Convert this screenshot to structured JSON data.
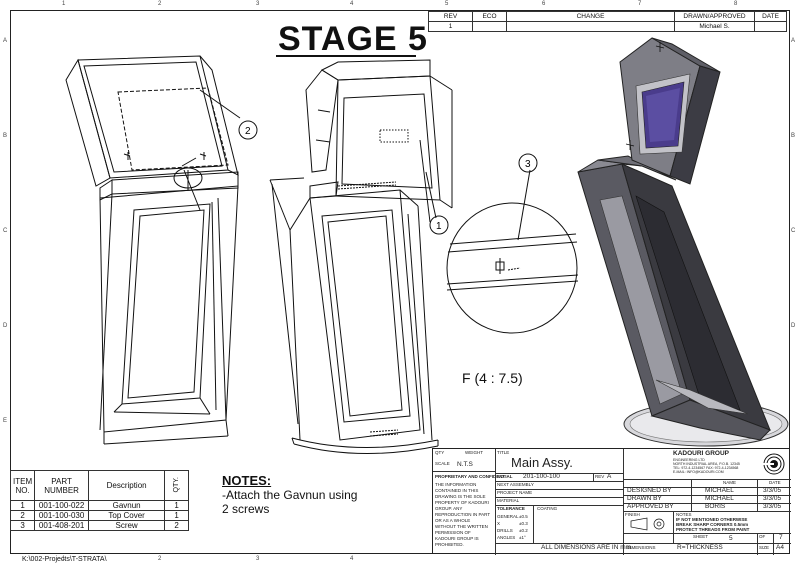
{
  "sheet": {
    "stage_title": "STAGE 5",
    "scale_label": "F  (4 : 7.5)",
    "file_path": "K:\\002-Projects\\T-STRATA\\",
    "col_zones": [
      "1",
      "2",
      "3",
      "4",
      "5",
      "6",
      "7",
      "8"
    ],
    "row_zones": [
      "A",
      "B",
      "C",
      "D",
      "E"
    ]
  },
  "revision": {
    "headers": [
      "REV",
      "ECO",
      "CHANGE",
      "DRAWN/APPROVED",
      "DATE"
    ],
    "row": [
      "1",
      "",
      "",
      "Michael S.",
      ""
    ]
  },
  "callouts": [
    "1",
    "2",
    "3"
  ],
  "bom": {
    "headers": [
      "ITEM NO.",
      "PART NUMBER",
      "Description",
      "QTY."
    ],
    "rows": [
      [
        "1",
        "001-100-022",
        "Gavnun",
        "1"
      ],
      [
        "2",
        "001-100-030",
        "Top Cover",
        "1"
      ],
      [
        "3",
        "001-408-201",
        "Screw",
        "2"
      ]
    ]
  },
  "notes": {
    "title": "NOTES:",
    "lines": [
      "-Attach the Gavnun using",
      " 2 screws"
    ]
  },
  "title_block": {
    "qty_label": "QTY",
    "scale_label": "SCALE",
    "scale_value": "N.T.S",
    "weight_label": "WEIGHT",
    "proprietary_label": "PROPRIETARY AND CONFIDENTIAL",
    "proprietary_text": [
      "THE INFORMATION",
      "CONTAINED IN THIS",
      "DRAWING IS THE SOLE",
      "PROPERTY OF KADOURI",
      "GROUP. ANY",
      "REPRODUCTION IN PART",
      "OR AS A WHOLE",
      "WITHOUT THE WRITTEN",
      "PERMISSION OF",
      "KADOURI GROUP IS",
      "PROHIBITED."
    ],
    "title_label": "TITLE",
    "title": "Main Assy.",
    "no_label": "NO.",
    "part_no": "201-100-100",
    "rev_label": "REV",
    "rev": "A",
    "next_assembly_label": "NEXT ASSEMBLY",
    "project_label": "PROJECT NAME",
    "material_label": "MATERIAL",
    "tolerance_label": "TOLERANCE",
    "coating_label": "COATING",
    "tolerance_rows": [
      "GENERAL",
      "X",
      "DRILLS",
      "ANGLES"
    ],
    "tolerance_values": [
      "±0.5",
      "±0.3",
      "±0.2",
      "±1°"
    ],
    "all_dims": "ALL DIMENSIONS ARE IN mm.",
    "finish_label": "FINISH",
    "company": "KADOURI GROUP",
    "company_sub": [
      "ENGINEERING LTD",
      "NORTH INDUSTRIAL AREA, P.O.B. 12345",
      "TEL: 972-4-1234567 FAX: 972-4-1234568",
      "E-MAIL: INFO@KADOURI.COM"
    ],
    "name_header": "NAME",
    "date_header": "DATE",
    "signoffs": [
      {
        "role": "DESIGNED BY",
        "name": "MICHAEL",
        "date": "3/3/05"
      },
      {
        "role": "DRAWN BY",
        "name": "MICHAEL",
        "date": "3/3/05"
      },
      {
        "role": "APPROVED BY",
        "name": "BORIS",
        "date": "3/3/05"
      }
    ],
    "notes_label": "NOTES",
    "notes_text": [
      "IF NOT MENTIONED OTHERWISE",
      "BREAK SHARP CORNERS 0.5mm",
      "PROTECT THREADS FROM PAINT"
    ],
    "sheet_label": "SHEET",
    "sheet_value": "5",
    "of_label": "OF",
    "of_value": "7",
    "size_label": "SIZE",
    "size_value": "A4",
    "dimensions_label": "DIMENSIONS",
    "thickness_label": "R=THICKNESS"
  },
  "colors": {
    "ink": "#111111",
    "screen": "#4a3c8c",
    "body_shade": "#3a3a40",
    "metal": "#9a9aa2"
  }
}
